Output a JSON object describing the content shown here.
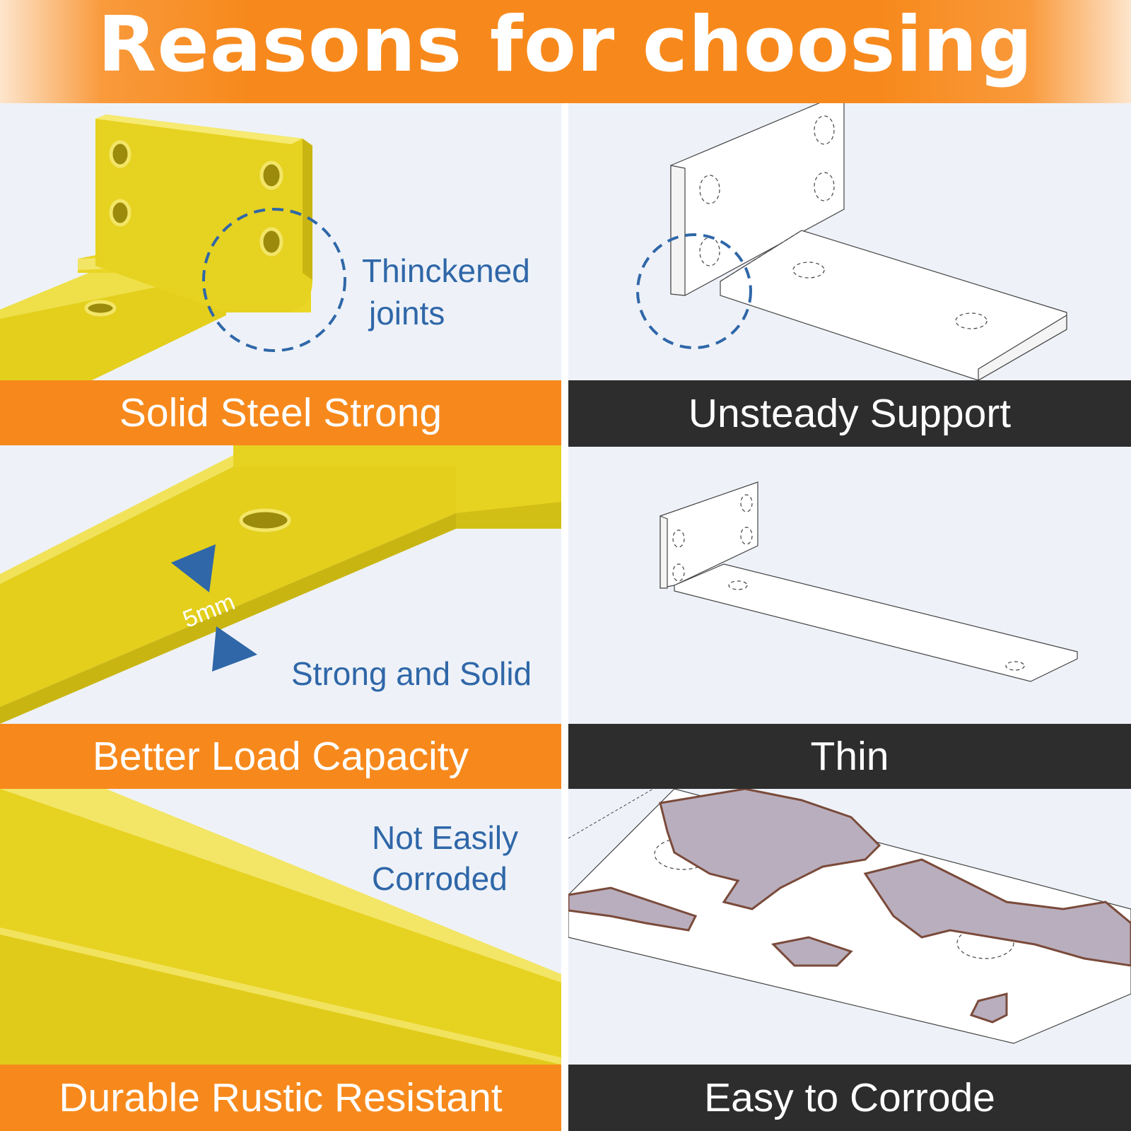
{
  "header": {
    "title": "Reasons for choosing"
  },
  "left": {
    "row1": {
      "note_line1": "Thinckened",
      "note_line2": "joints",
      "label": "Solid Steel Strong"
    },
    "row2": {
      "dimension": "5mm",
      "note": "Strong and Solid",
      "label": "Better Load Capacity"
    },
    "row3": {
      "note_line1": "Not Easily",
      "note_line2": "Corroded",
      "label": "Durable Rustic Resistant"
    }
  },
  "right": {
    "row1": {
      "label": "Unsteady Support"
    },
    "row2": {
      "label": "Thin"
    },
    "row3": {
      "label": "Easy to Corrode"
    }
  },
  "colors": {
    "accent_orange": "#f7891c",
    "dark_band": "#2d2d2d",
    "note_blue": "#2f67a8",
    "bracket_gold": "#e7d21f",
    "panel_bg": "#eef2f8"
  }
}
